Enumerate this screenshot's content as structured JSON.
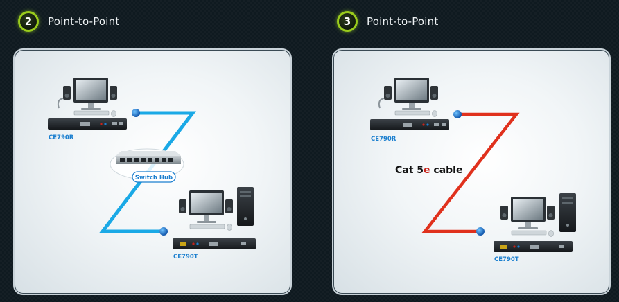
{
  "panels": [
    {
      "number": "2",
      "title": "Point-to-Point",
      "receiver_label": "CE790R",
      "transmitter_label": "CE790T",
      "hub_label": "Switch Hub",
      "cable_color": "#1aa9e6"
    },
    {
      "number": "3",
      "title": "Point-to-Point",
      "receiver_label": "CE790R",
      "transmitter_label": "CE790T",
      "cable_label_before": "Cat 5",
      "cable_label_accent": "e",
      "cable_label_after": " cable",
      "cable_color": "#e0311d"
    }
  ],
  "colors": {
    "badge_ring": "#9acc1c",
    "label_blue": "#1b7fcf",
    "accent_red": "#c8231b"
  }
}
